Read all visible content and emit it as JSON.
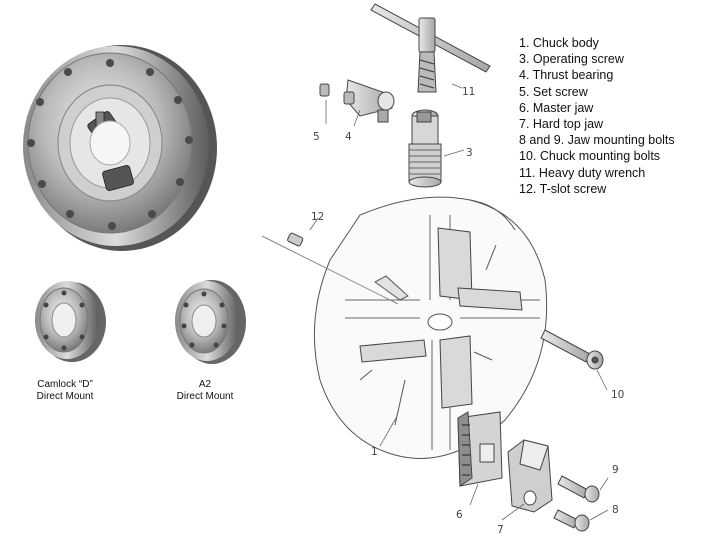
{
  "legend": [
    "1. Chuck body",
    "3. Operating screw",
    "4. Thrust bearing",
    "5. Set screw",
    "6. Master jaw",
    "7. Hard top jaw",
    "8 and 9. Jaw mounting bolts",
    "10. Chuck mounting bolts",
    "11. Heavy duty wrench",
    "12. T-slot screw"
  ],
  "captions": {
    "camlock_line1": "Camlock “D”",
    "camlock_line2": "Direct Mount",
    "a2_line1": "A2",
    "a2_line2": "Direct Mount"
  },
  "callouts": {
    "c1": "1",
    "c3": "3",
    "c4": "4",
    "c5": "5",
    "c6": "6",
    "c7": "7",
    "c8": "8",
    "c9": "9",
    "c10": "10",
    "c11": "11",
    "c12": "12"
  }
}
